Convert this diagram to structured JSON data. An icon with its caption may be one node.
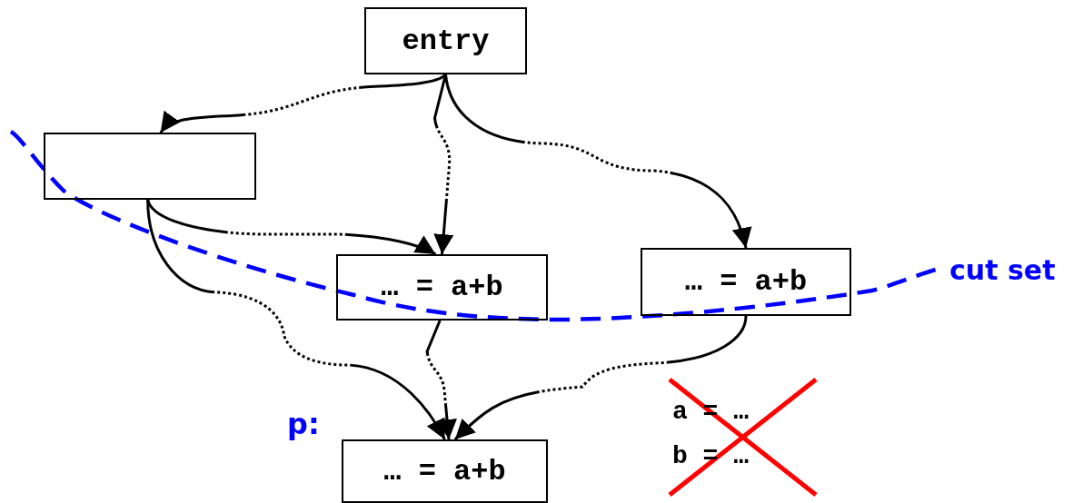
{
  "diagram": {
    "nodes": [
      {
        "text": [
          "entry"
        ]
      },
      {
        "text": [],
        "shape": "box"
      },
      {
        "text": [
          "… = a+b"
        ]
      },
      {
        "text": [
          "… = a+b"
        ]
      },
      {
        "text": [
          "… = a+b"
        ],
        "beside": [
          "p:"
        ]
      }
    ],
    "edges": [
      {
        "from": 0,
        "to": 1,
        "arrow": "to"
      },
      {
        "from": 0,
        "to": 2,
        "arrow": "to"
      },
      {
        "from": 0,
        "to": 3,
        "arrow": "to"
      },
      {
        "from": 1,
        "to": 2,
        "arrow": "to"
      },
      {
        "from": 1,
        "to": 4,
        "arrow": "to"
      },
      {
        "from": 2,
        "to": 4,
        "arrow": "to"
      },
      {
        "from": 3,
        "to": 4,
        "arrow": "to"
      }
    ],
    "labels": [
      "cut set",
      "a = …",
      "b = …"
    ]
  }
}
